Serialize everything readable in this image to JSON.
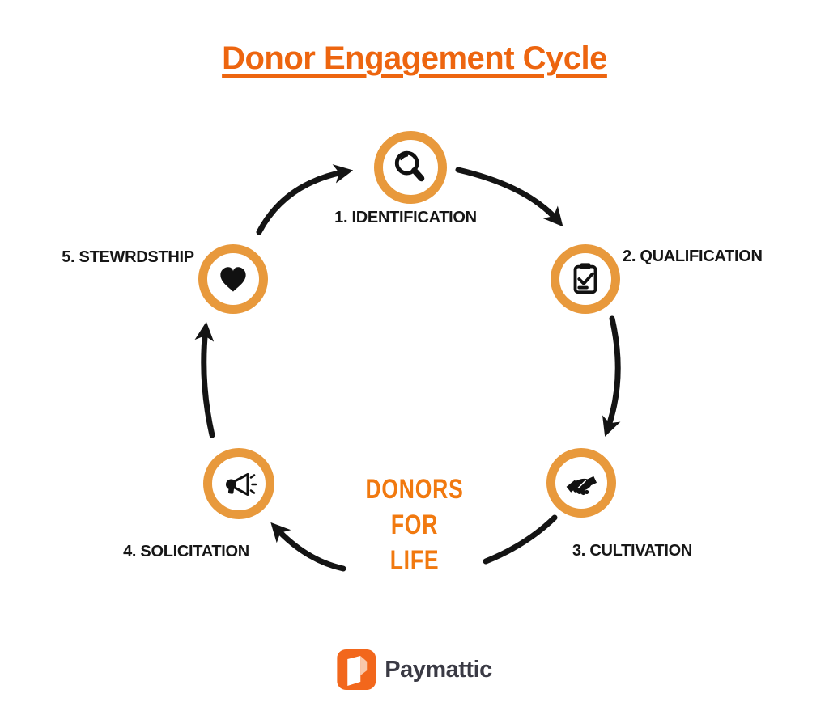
{
  "title": "Donor Engagement Cycle",
  "stages": [
    {
      "label": "1. IDENTIFICATION",
      "icon": "magnifier-icon"
    },
    {
      "label": "2. QUALIFICATION",
      "icon": "clipboard-check-icon"
    },
    {
      "label": "3. CULTIVATION",
      "icon": "handshake-icon"
    },
    {
      "label": "4. SOLICITATION",
      "icon": "megaphone-icon"
    },
    {
      "label": "5. STEWRDSTHIP",
      "icon": "heart-icon"
    }
  ],
  "center": {
    "lines": [
      "DONORS",
      "FOR",
      "LIFE"
    ]
  },
  "logo": {
    "text": "Paymattic"
  },
  "colors": {
    "accent": "#ED650F",
    "center_text": "#F1790F",
    "ring": "#E8993C",
    "arrow": "#141414",
    "label": "#161616",
    "logo_orange": "#F2671C",
    "logo_fold": "#F9C9AC",
    "logo_text": "#3A3A44",
    "background": "#FFFFFF"
  }
}
